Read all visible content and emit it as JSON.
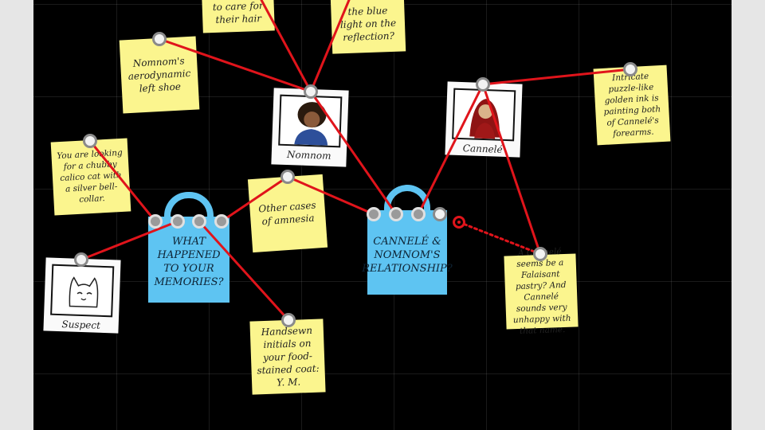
{
  "board": {
    "notes": {
      "care_hair": "to care for their hair",
      "blue_light": "the blue light on the reflection?",
      "left_shoe": "Nomnom's aerodynamic left shoe",
      "calico_cat": "You are looking for a chubby calico cat with a silver bell-collar.",
      "other_amnesia": "Other cases of amnesia",
      "golden_ink": "Intricate puzzle-like golden ink is painting both of Cannelé's forearms.",
      "falaisant": "A Cannelé seems be a Falaisant pastry? And Cannelé sounds very unhappy with that name.",
      "initials": "Handsewn initials on your food-stained coat: Y. M."
    },
    "photos": {
      "nomnom": "Nomnom",
      "cannele": "Cannelé",
      "suspect": "Suspect"
    },
    "folders": {
      "memories": "WHAT HAPPENED TO YOUR MEMORIES?",
      "relationship": "CANNELÉ & NOMNOM'S RELATIONSHIP?"
    },
    "colors": {
      "string": "#e0141b",
      "note": "#fbf58e",
      "folder": "#5ec4f2",
      "background": "#000000"
    }
  }
}
